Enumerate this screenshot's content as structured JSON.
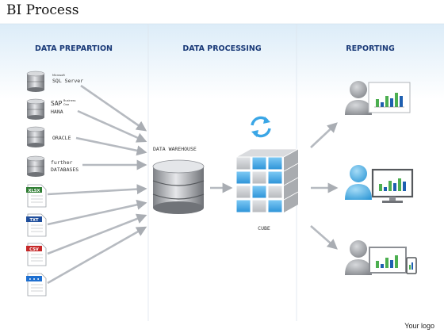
{
  "slide": {
    "title": "BI Process",
    "logo": "Your logo"
  },
  "columns": {
    "preparation": "DATA PREPARTION",
    "processing": "DATA PROCESSING",
    "reporting": "REPORTING"
  },
  "sources": {
    "sql": {
      "small": "Microsoft",
      "main": "SQL Server"
    },
    "sap": {
      "main": "SAP",
      "side1": "Business",
      "side2": "One",
      "sub": "HANA"
    },
    "oracle": {
      "main": "ORACLE"
    },
    "further": {
      "line1": "further",
      "line2": "DATABASES"
    },
    "files": [
      {
        "label": "XLSX",
        "color": "#2e7d32"
      },
      {
        "label": "TXT",
        "color": "#1f4e9c"
      },
      {
        "label": "CSV",
        "color": "#c62828"
      },
      {
        "label": "• • •",
        "color": "#1e6fd0"
      }
    ]
  },
  "processing": {
    "warehouse_label": "DATA WAREHOUSE",
    "cube_label": "CUBE"
  },
  "icons": {
    "database": "database-icon",
    "refresh": "refresh-icon",
    "cube": "olap-cube-icon",
    "user": "user-icon",
    "report": "bar-chart-report-icon",
    "monitor": "monitor-icon",
    "tablet": "tablet-icon"
  },
  "colors": {
    "header_text": "#1a3a78",
    "header_band": "#dcecf8",
    "arrow": "#b9bcc2",
    "cube_blue": "#3aa6e6",
    "cube_gray": "#c9ccd0",
    "bar_green": "#4caf50",
    "bar_blue": "#1e5fb0",
    "user_gray": "#9a9da2",
    "user_blue": "#4aaee6"
  }
}
